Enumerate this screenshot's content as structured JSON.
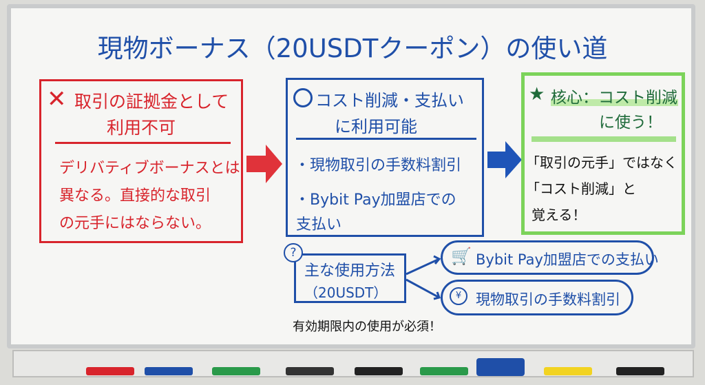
{
  "title": "現物ボーナス（20USDTクーポン）の使い道",
  "left_box": {
    "icon": "cross-icon",
    "heading1": "取引の証拠金として",
    "heading2": "利用不可",
    "body": [
      "デリバティブボーナスとは",
      "異なる。直接的な取引",
      "の元手にはならない。"
    ]
  },
  "middle_box": {
    "icon": "circle-icon",
    "heading1": "コスト削減・支払い",
    "heading2": "に利用可能",
    "bullets": [
      "・現物取引の手数料割引",
      "・Bybit Pay加盟店での",
      "支払い"
    ]
  },
  "right_box": {
    "icon": "star-icon",
    "heading1": "核心：コスト削減",
    "heading2": "に使う！",
    "body": [
      "「取引の元手」ではなく",
      "「コスト削減」と",
      "覚える！"
    ]
  },
  "usage": {
    "label1": "主な使用方法",
    "label2": "（20USDT）",
    "items": [
      {
        "icon": "cart-icon",
        "text": "Bybit Pay加盟店での支払い"
      },
      {
        "icon": "yen-coin-down-icon",
        "text": "現物取引の手数料割引"
      }
    ]
  },
  "footer": "有効期限内の使用が必須！",
  "colors": {
    "red": "#d8242c",
    "blue": "#1f4fa8",
    "green": "#7cd35a"
  }
}
